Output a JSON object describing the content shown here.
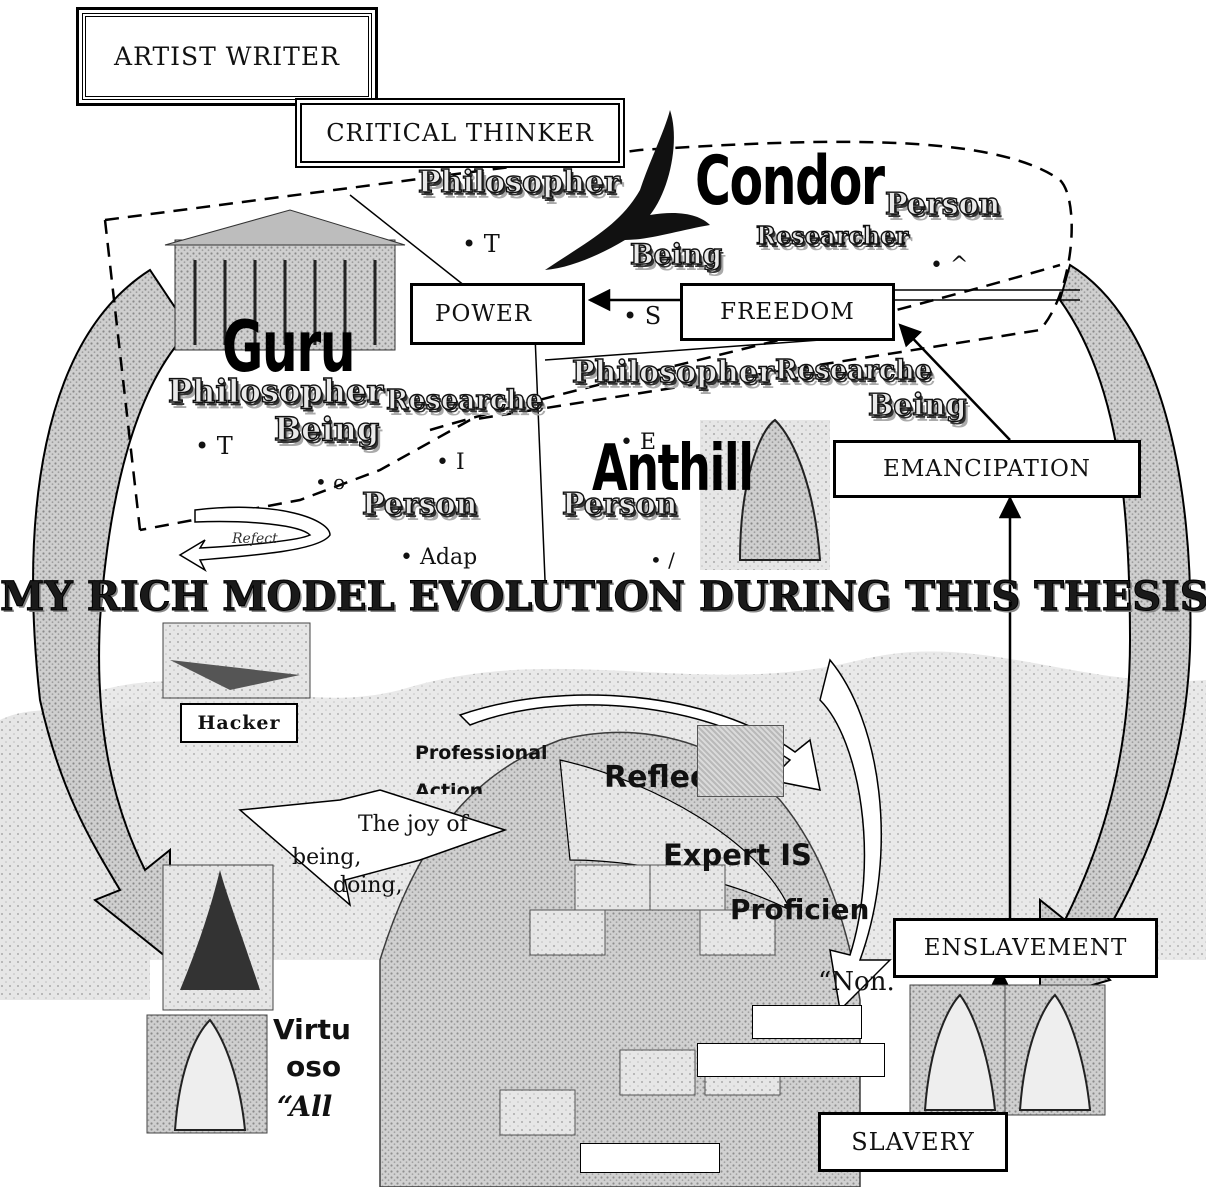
{
  "boxes": {
    "artist_writer": "ARTIST WRITER",
    "critical_thinker": "CRITICAL THINKER",
    "power": "POWER",
    "freedom": "FREEDOM",
    "emancipation": "EMANCIPATION",
    "enslavement": "ENSLAVEMENT",
    "slavery": "SLAVERY",
    "hacker": "Hacker"
  },
  "title": "MY RICH MODEL EVOLUTION DURING THIS THESIS",
  "metaphors": {
    "condor": "Condor",
    "guru": "Guru",
    "anthill": "Anthill"
  },
  "roles": {
    "philosopher": "Philosopher",
    "researcher_top": "Researcher",
    "researche": "Researche",
    "person": "Person",
    "being": "Being"
  },
  "fragments": {
    "bullet_t1": "T",
    "bullet_s": "S",
    "bullet_caret": "^",
    "bullet_t2": "T",
    "bullet_i": "I",
    "bullet_e": "E",
    "bullet_o": "o",
    "adap": "Adap",
    "reflect_small": "Refect",
    "bullet_slash": "/"
  },
  "lower": {
    "professional": "Professional",
    "action": "Action",
    "reflection": "Reflecti",
    "expert": "Expert IS",
    "proficient": "Proficien",
    "joy": "The joy of",
    "being": "being,",
    "doing": "doing,",
    "virtu": "Virtu",
    "oso": "oso",
    "all": "“All",
    "non": "“Non."
  },
  "colors": {
    "ink": "#111111",
    "arrow_fill": "#ffffff",
    "texture": "#c4c4c4"
  }
}
